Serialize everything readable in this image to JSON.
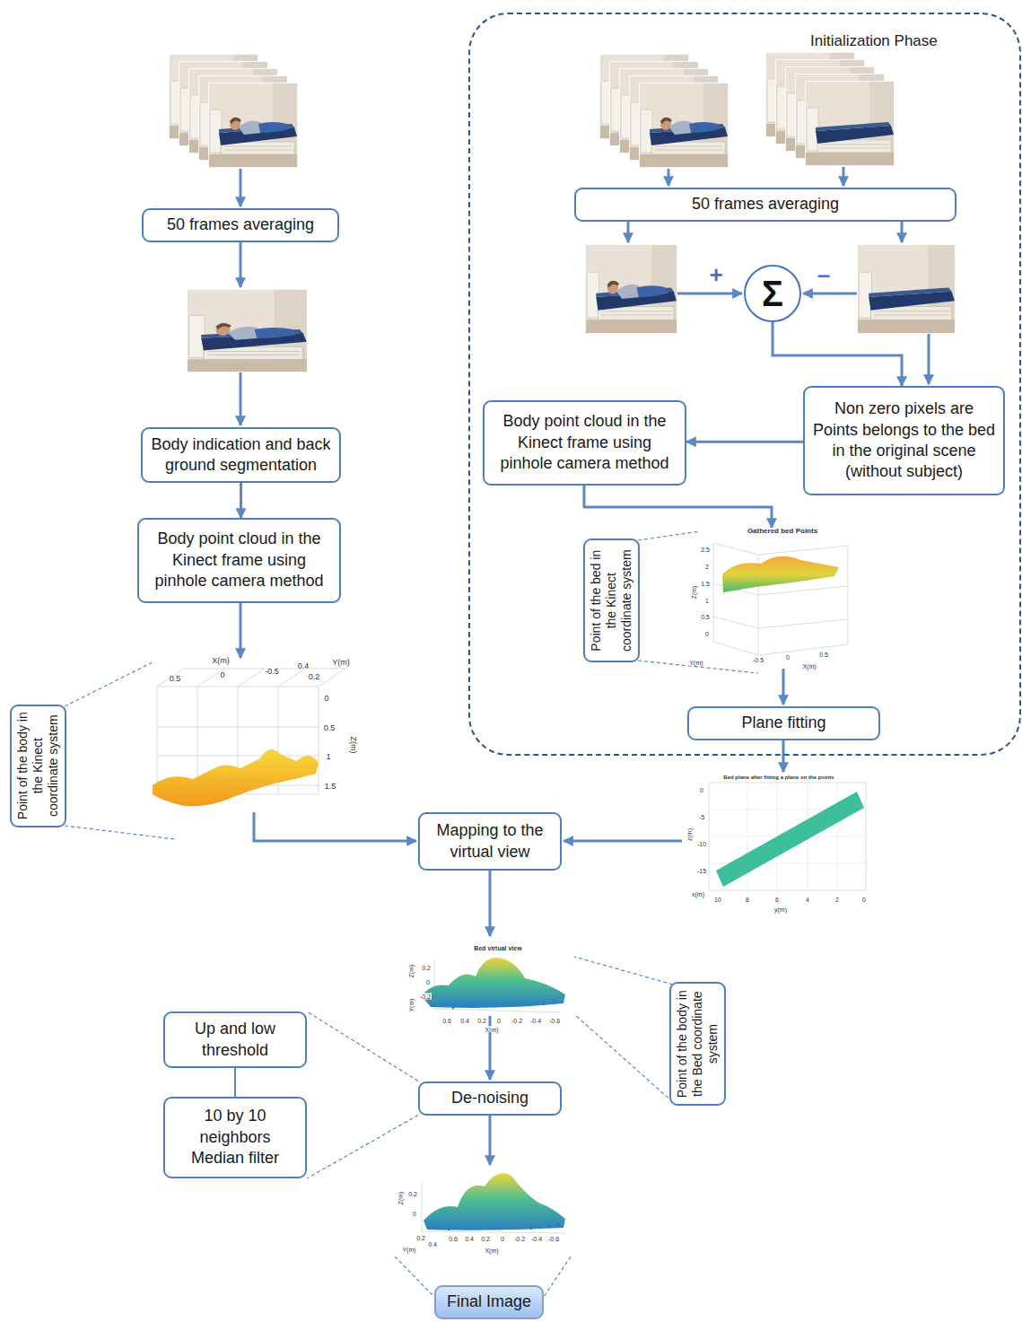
{
  "diagram": {
    "nodes": [
      {
        "text": [
          "50 frames averaging"
        ]
      },
      {
        "text": [
          "Body indication and back ground segmentation"
        ]
      },
      {
        "text": [
          "Body point cloud in the Kinect frame using pinhole camera method"
        ]
      },
      {
        "text": [
          "Point of the body in the Kinect coordinate system"
        ]
      },
      {
        "text": [
          "Initialization Phase"
        ]
      },
      {
        "text": [
          "50 frames averaging"
        ],
        "in": 4
      },
      {
        "text": [
          "Σ"
        ],
        "in": 4
      },
      {
        "text": [
          "Non zero pixels are Points belongs to the bed in the original scene (without subject)"
        ],
        "in": 4
      },
      {
        "text": [
          "Body point cloud in the Kinect frame using pinhole camera method"
        ],
        "in": 4
      },
      {
        "text": [
          "Point of the bed in the Kinect coordinate system"
        ],
        "in": 4
      },
      {
        "text": [
          "Plane fitting"
        ],
        "in": 4
      },
      {
        "text": [
          "Mapping to the virtual view"
        ]
      },
      {
        "text": [
          "Point of the body in the Bed coordinate system"
        ]
      },
      {
        "text": [
          "De-noising"
        ]
      },
      {
        "text": [
          "Up and low threshold"
        ]
      },
      {
        "text": [
          "10 by 10 neighbors Median filter"
        ]
      },
      {
        "text": [
          "Final Image"
        ]
      }
    ],
    "edges": [
      {
        "from": 1,
        "to": 2,
        "arrow": "to"
      },
      {
        "from": 6,
        "to": 7,
        "arrow": "to"
      },
      {
        "from": 7,
        "to": 8,
        "arrow": "to"
      },
      {
        "from": 14,
        "to": 15,
        "arrow": "none"
      },
      {
        "from": 13,
        "to": 14,
        "arrow": "none"
      },
      {
        "from": 13,
        "to": 15,
        "arrow": "none"
      }
    ],
    "labels": [
      "+",
      "–",
      "X(m)",
      "0.5",
      "0",
      "-0.5",
      "0.4",
      "0.2",
      "Y(m)",
      "0",
      "0.5",
      "1",
      "1.5",
      "Z(m)",
      "Gathered bed Points",
      "2.5",
      "2",
      "1.5",
      "1",
      "0.5",
      "0",
      "Z(m)",
      "Y(m)",
      "-0.5",
      "0",
      "0.5",
      "X(m)",
      "Bed plane after fitting a plane on the points",
      "z(m)",
      "0",
      "-5",
      "-10",
      "-15",
      "x(m)",
      "y(m)",
      "10",
      "8",
      "6",
      "4",
      "2",
      "0",
      "Bed virtual view",
      "Z(m)",
      "0.2",
      "0",
      "-0.2",
      "Y(m)",
      "X(m)",
      "0.6",
      "0.4",
      "0.2",
      "0",
      "-0.2",
      "-0.4",
      "-0.6",
      "Z(m)",
      "0.2",
      "0",
      "Y(m)",
      "0.2",
      "0.4",
      "X(m)",
      "0.6",
      "0.4",
      "0.2",
      "0",
      "-0.2",
      "-0.4",
      "-0.6"
    ]
  }
}
